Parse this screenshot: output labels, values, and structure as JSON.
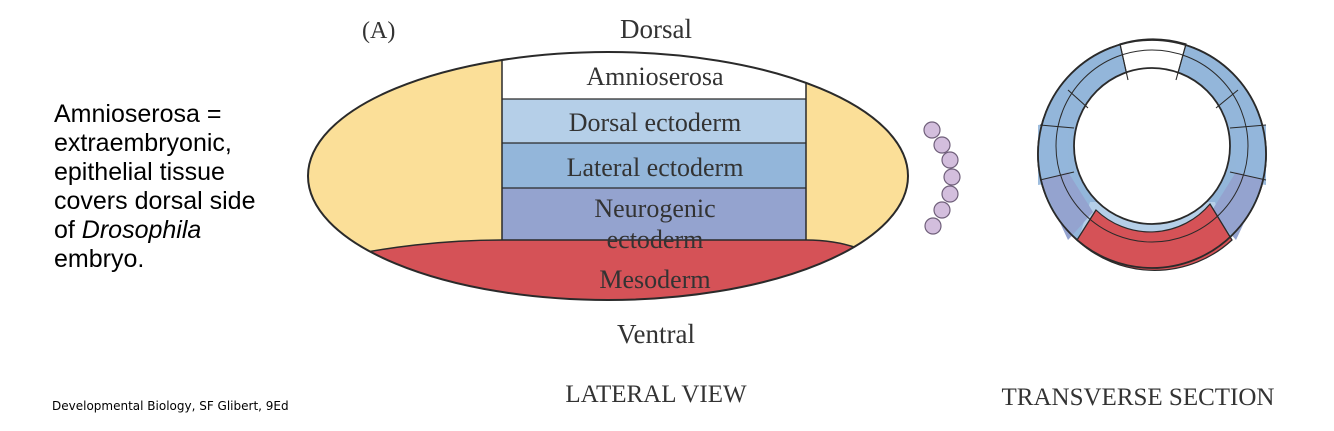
{
  "caption": {
    "line1": "Amnioserosa =",
    "line2": "extraembryonic,",
    "line3": "epithelial tissue",
    "line4": "covers dorsal side",
    "line5_prefix": "of ",
    "line5_italic": "Drosophila",
    "line6": "embryo."
  },
  "source": "Developmental Biology, SF Glibert, 9Ed",
  "panel_label": "(A)",
  "lateral": {
    "dorsal_label": "Dorsal",
    "ventral_label": "Ventral",
    "view_label": "LATERAL VIEW",
    "bands": {
      "amnioserosa": "Amnioserosa",
      "dorsal_ectoderm": "Dorsal ectoderm",
      "lateral_ectoderm": "Lateral ectoderm",
      "neurogenic_line1": "Neurogenic",
      "neurogenic_line2": "ectoderm",
      "mesoderm": "Mesoderm"
    }
  },
  "transverse": {
    "view_label": "TRANSVERSE SECTION"
  },
  "colors": {
    "terminal_yellow": "#fbdf98",
    "amnioserosa": "#ffffff",
    "dorsal_ectoderm": "#b5cfe8",
    "lateral_ectoderm": "#93b6da",
    "neurogenic_ectoderm": "#94a3cf",
    "mesoderm": "#d55257",
    "pole_cells": "#d3bedd",
    "outline": "#2a2a2a"
  }
}
